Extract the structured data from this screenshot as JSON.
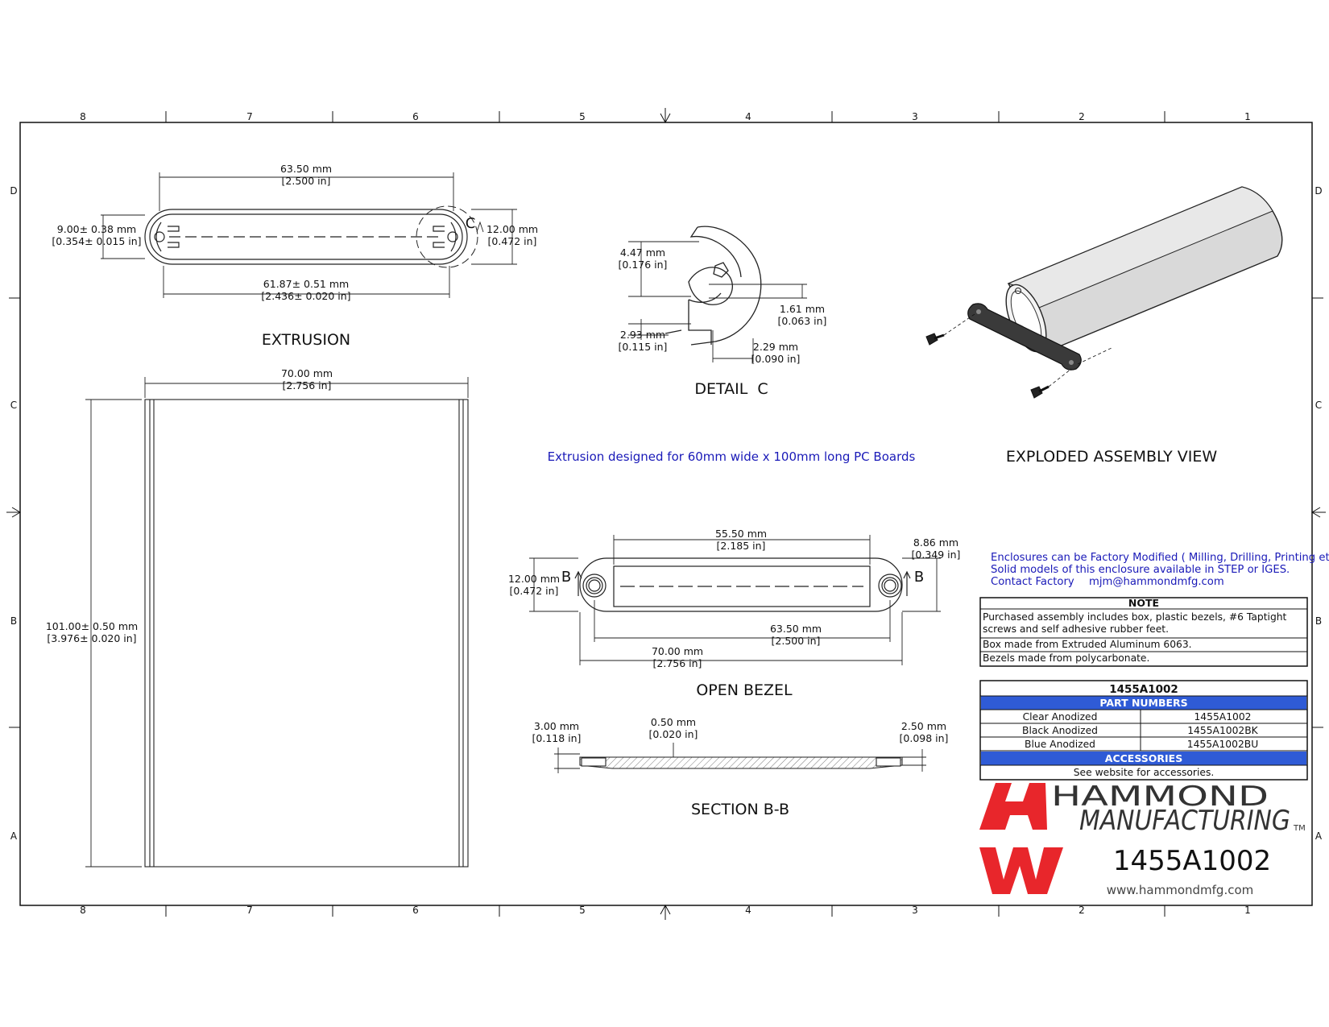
{
  "border": {
    "cols": [
      "8",
      "7",
      "6",
      "5",
      "4",
      "3",
      "2",
      "1"
    ],
    "rows": [
      "D",
      "C",
      "B",
      "A"
    ]
  },
  "extrusion": {
    "title": "EXTRUSION",
    "width_mm": "63.50 mm",
    "width_in": "[2.500 in]",
    "inner_mm": "61.87± 0.51 mm",
    "inner_in": "[2.436± 0.020 in]",
    "slot_mm": "9.00± 0.38 mm",
    "slot_in": "[0.354± 0.015 in]",
    "height_mm": "12.00 mm",
    "height_in": "[0.472 in]",
    "detail_mark": "C"
  },
  "detail_c": {
    "title": "DETAIL  C",
    "d1_mm": "4.47 mm",
    "d1_in": "[0.176 in]",
    "d2_mm": "1.61 mm",
    "d2_in": "[0.063 in]",
    "d3_mm": "2.93 mm",
    "d3_in": "[0.115 in]",
    "d4_mm": "2.29 mm",
    "d4_in": "[0.090 in]"
  },
  "exploded": {
    "title": "EXPLODED ASSEMBLY VIEW"
  },
  "side": {
    "width_mm": "70.00 mm",
    "width_in": "[2.756 in]",
    "length_mm": "101.00± 0.50 mm",
    "length_in": "[3.976± 0.020 in]"
  },
  "pcb_note": "Extrusion designed for 60mm wide x 100mm long PC Boards",
  "bezel": {
    "title": "OPEN BEZEL",
    "window_mm": "55.50 mm",
    "window_in": "[2.185 in]",
    "hole_mm": "8.86 mm",
    "hole_in": "[0.349 in]",
    "height_mm": "12.00 mm",
    "height_in": "[0.472 in]",
    "pitch_mm": "63.50 mm",
    "pitch_in": "[2.500 in]",
    "width_mm": "70.00 mm",
    "width_in": "[2.756 in]",
    "section_mark": "B"
  },
  "section": {
    "title": "SECTION B-B",
    "t1_mm": "3.00 mm",
    "t1_in": "[0.118 in]",
    "t2_mm": "0.50 mm",
    "t2_in": "[0.020 in]",
    "t3_mm": "2.50 mm",
    "t3_in": "[0.098 in]"
  },
  "factory": {
    "line1": "Enclosures can be Factory Modified ( Milling, Drilling, Printing etc. )",
    "line2": "Solid models of this enclosure available in STEP or IGES.",
    "contact_label": "Contact Factory",
    "email": "mjm@hammondmfg.com"
  },
  "note_table": {
    "header": "NOTE",
    "row1a": "Purchased assembly includes box, plastic bezels, #6 Taptight",
    "row1b": "screws and self adhesive rubber feet.",
    "row2": "Box made from Extruded Aluminum 6063.",
    "row3": "Bezels made from polycarbonate."
  },
  "part_table": {
    "title": "1455A1002",
    "header": "PART NUMBERS",
    "rows": [
      {
        "finish": "Clear Anodized",
        "part": "1455A1002"
      },
      {
        "finish": "Black Anodized",
        "part": "1455A1002BK"
      },
      {
        "finish": "Blue Anodized",
        "part": "1455A1002BU"
      }
    ],
    "acc_header": "ACCESSORIES",
    "acc_text": "See website for accessories.",
    "band_color": "#2f5bd6"
  },
  "logo": {
    "brand1": "HAMMOND",
    "brand2": "MANUFACTURING",
    "tm": "TM",
    "part": "1455A1002",
    "url": "www.hammondmfg.com",
    "color": "#e8262b"
  }
}
